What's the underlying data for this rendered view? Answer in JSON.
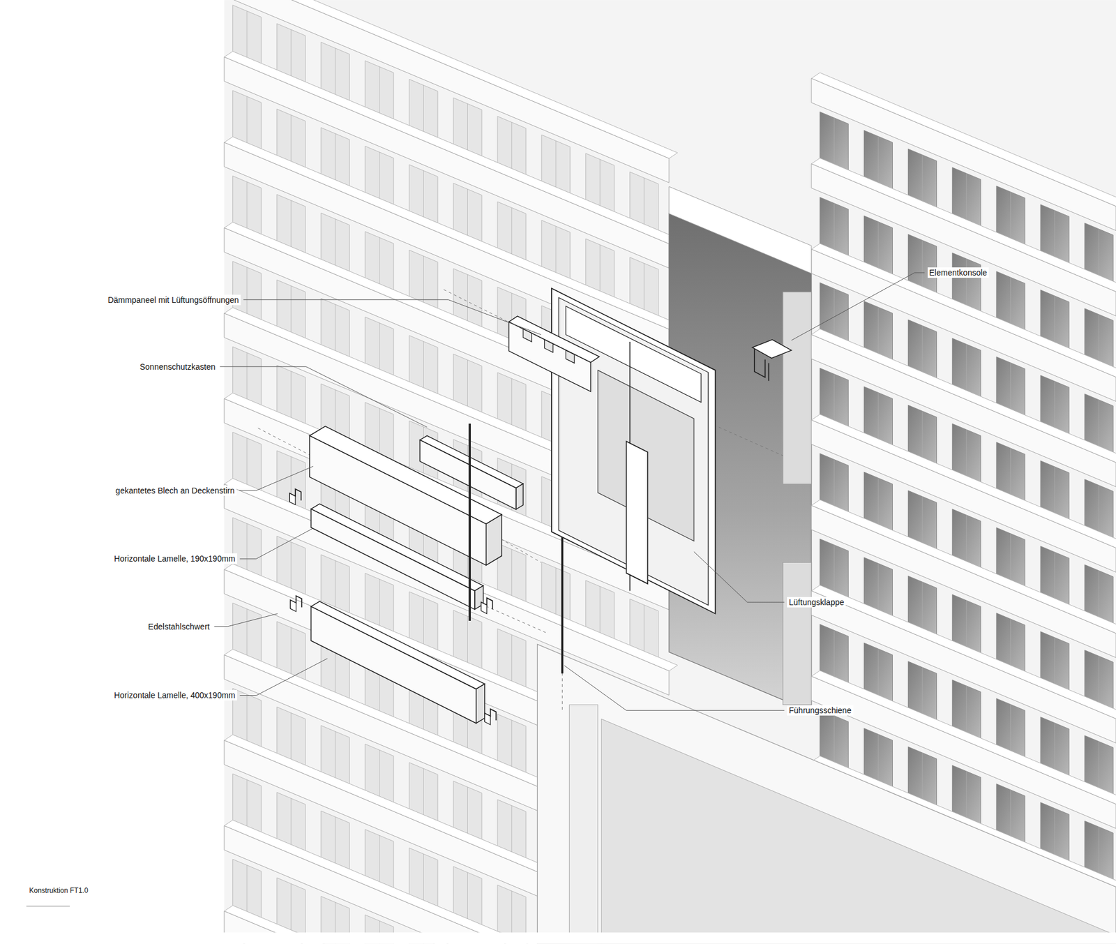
{
  "diagram": {
    "caption": "Konstruktion FT1.0",
    "labels": [
      "Dämmpaneel mit Lüftungsöffnungen",
      "Sonnenschutzkasten",
      "gekantetes Blech an Deckenstirn",
      "Horizontale Lamelle, 190x190mm",
      "Edelstahlschwert",
      "Horizontale Lamelle, 400x190mm",
      "Elementkonsole",
      "Lüftungsklappe",
      "Führungsschiene"
    ]
  }
}
